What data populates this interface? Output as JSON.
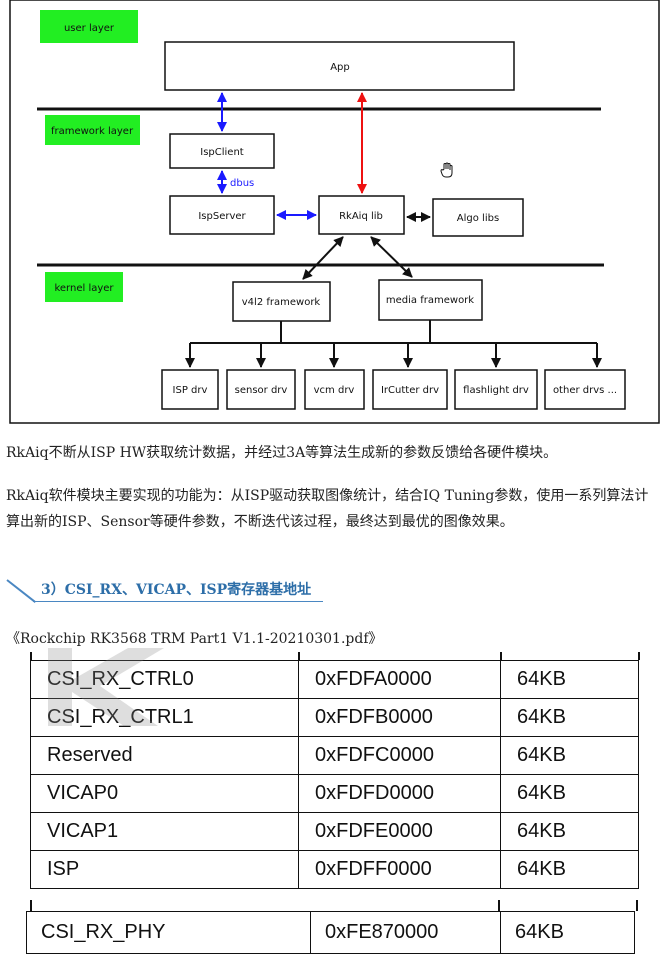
{
  "diagram": {
    "layers": {
      "user": "user layer",
      "framework": "framework layer",
      "kernel": "kernel layer"
    },
    "boxes": {
      "app": "App",
      "isp_client": "IspClient",
      "isp_server": "IspServer",
      "rkaiq_lib": "RkAiq lib",
      "algo_libs": "Algo libs",
      "v4l2_framework": "v4l2 framework",
      "media_framework": "media framework",
      "isp_drv": "ISP drv",
      "sensor_drv": "sensor drv",
      "vcm_drv": "vcm drv",
      "ircutter_drv": "IrCutter drv",
      "flashlight_drv": "flashlight drv",
      "other_drvs": "other drvs ..."
    },
    "dbus_label": "dbus",
    "colors": {
      "layer_green": "#22ee22",
      "arrow_blue": "#1a1aff",
      "arrow_red": "#ee1111"
    }
  },
  "paragraph1": "RkAiq不断从ISP HW获取统计数据，并经过3A等算法生成新的参数反馈给各硬件模块。",
  "paragraph2": "RkAiq软件模块主要实现的功能为：从ISP驱动获取图像统计，结合IQ Tuning参数，使用一系列算法计 算出新的ISP、Sensor等硬件参数，不断迭代该过程，最终达到最优的图像效果。",
  "section_heading": "3）CSI_RX、VICAP、ISP寄存器基地址",
  "doc_reference": "《Rockchip RK3568 TRM Part1 V1.1-20210301.pdf》",
  "registers": [
    [
      "CSI_RX_CTRL0",
      "0xFDFA0000",
      "64KB"
    ],
    [
      "CSI_RX_CTRL1",
      "0xFDFB0000",
      "64KB"
    ],
    [
      "Reserved",
      "0xFDFC0000",
      "64KB"
    ],
    [
      "VICAP0",
      "0xFDFD0000",
      "64KB"
    ],
    [
      "VICAP1",
      "0xFDFE0000",
      "64KB"
    ],
    [
      "ISP",
      "0xFDFF0000",
      "64KB"
    ]
  ],
  "registers_extra": [
    [
      "CSI_RX_PHY",
      "0xFE870000",
      "64KB"
    ]
  ]
}
